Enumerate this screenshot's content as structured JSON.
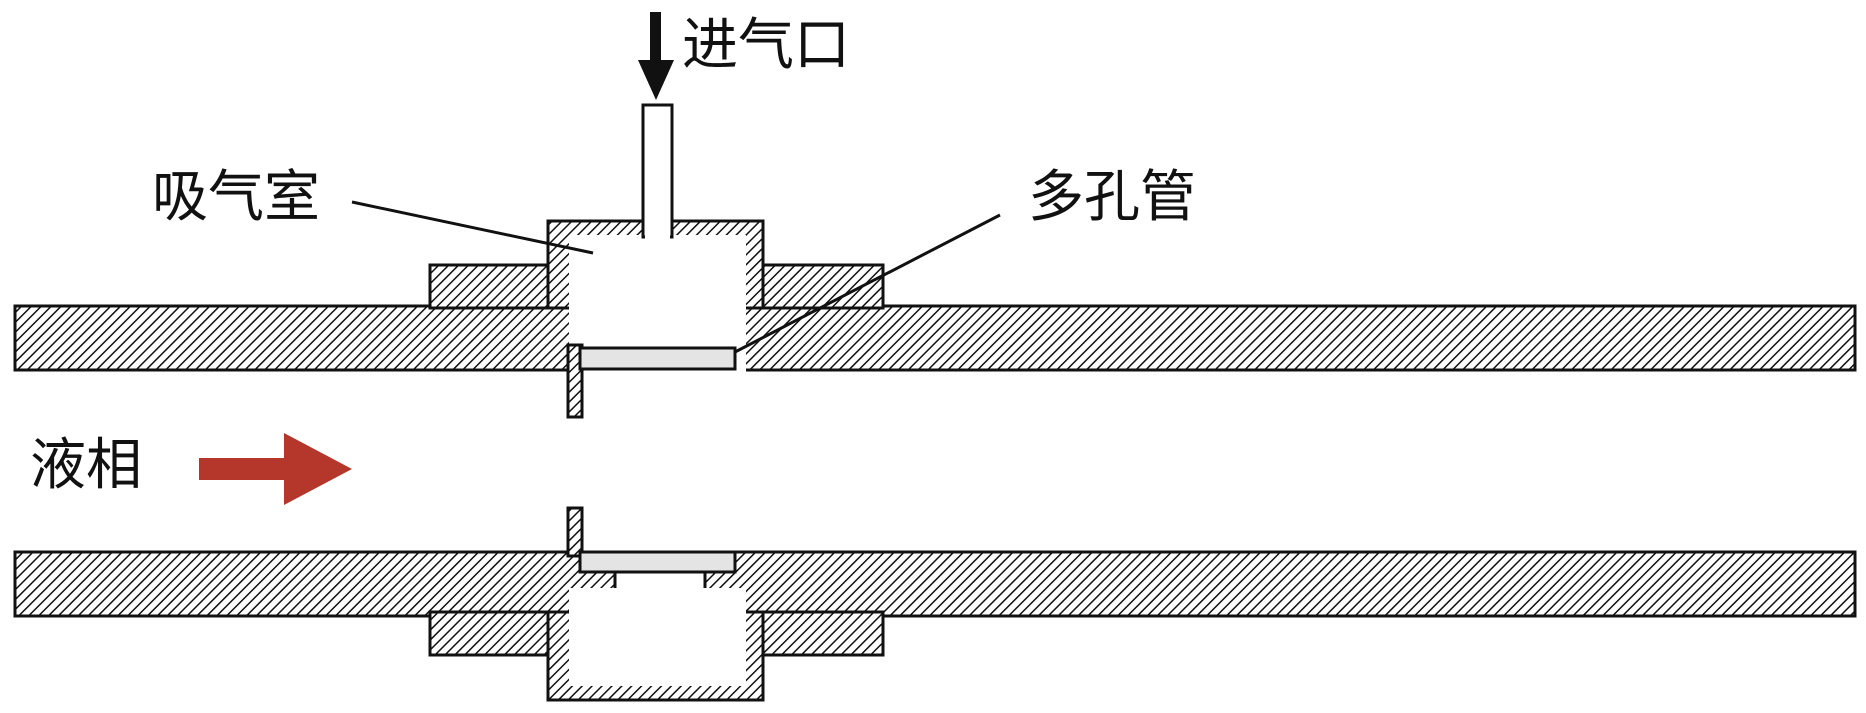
{
  "labels": {
    "inlet": "进气口",
    "chamber": "吸气室",
    "porous_tube": "多孔管",
    "liquid": "液相"
  },
  "colors": {
    "flow_arrow": "#b5372b",
    "inlet_arrow": "#111111",
    "outline": "#111111",
    "porous_fill": "#e4e4e4"
  },
  "icons": {
    "inlet_arrow": "down-arrow-icon",
    "flow_arrow": "right-arrow-icon"
  }
}
